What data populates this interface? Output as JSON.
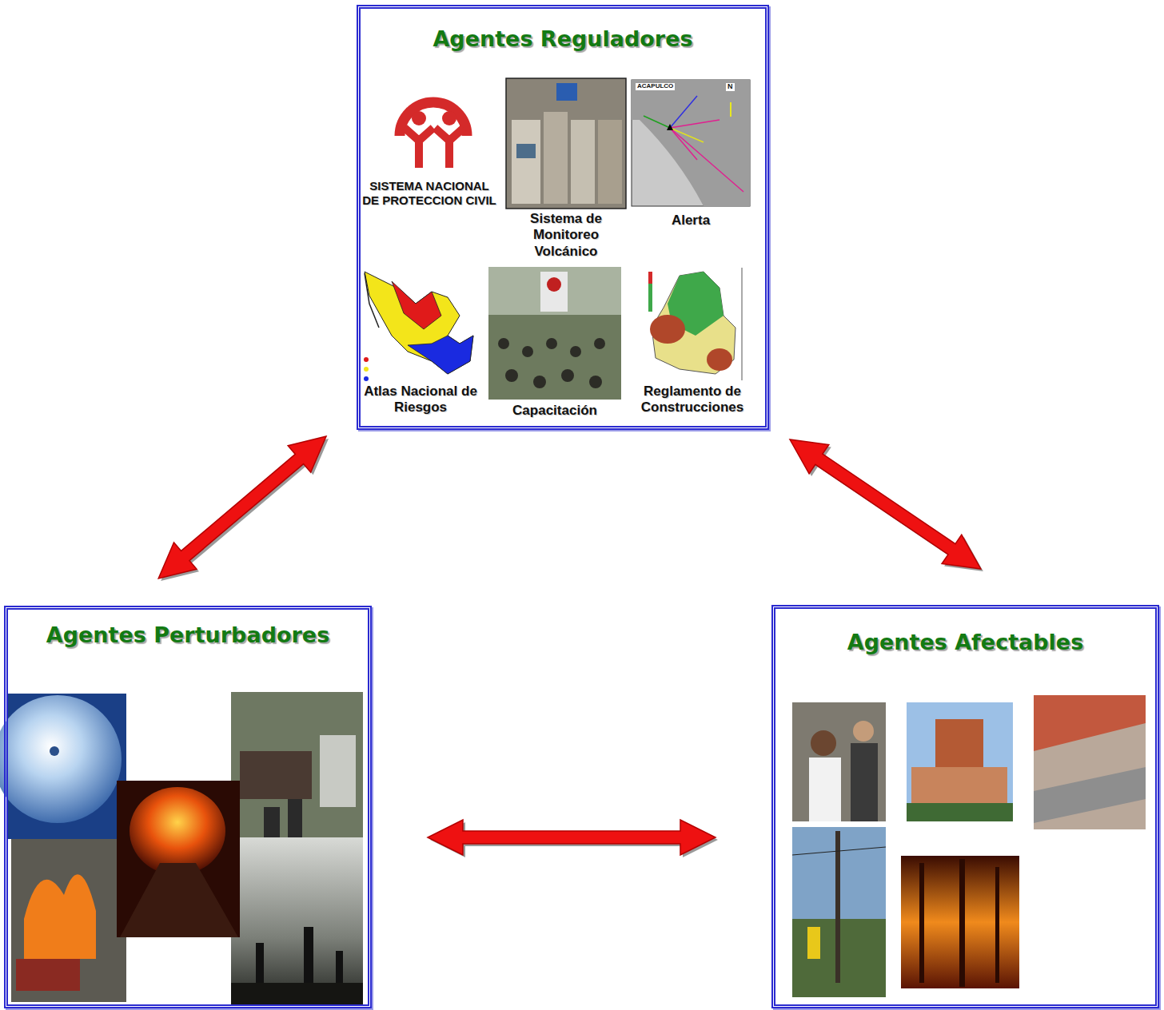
{
  "diagram": {
    "nodes": [
      {
        "text": [
          "Agentes Reguladores"
        ]
      },
      {
        "text": [
          "Agentes Perturbadores"
        ]
      },
      {
        "text": [
          "Agentes Afectables"
        ]
      }
    ],
    "edges": [
      {
        "from": 0,
        "to": 1,
        "arrow": "both"
      },
      {
        "from": 0,
        "to": 2,
        "arrow": "both"
      },
      {
        "from": 1,
        "to": 2,
        "arrow": "both"
      }
    ],
    "labels": [
      "SISTEMA NACIONAL DE PROTECCION CIVIL",
      "Sistema de Monitoreo Volcánico",
      "Alerta",
      "Atlas Nacional de Riesgos",
      "Capacitación",
      "Reglamento de Construcciones",
      "ACAPULCO",
      "N"
    ]
  }
}
